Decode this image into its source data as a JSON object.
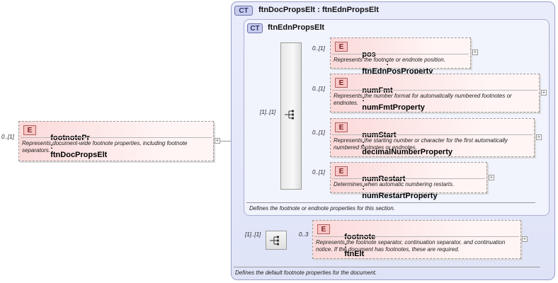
{
  "root": {
    "cardinality": "0..[1]",
    "badge": "E",
    "name": "footnotePr",
    "type": "ftnDocPropsElt",
    "doc": "Represents document-wide footnote properties, including footnote separators."
  },
  "outer_ct": {
    "badge": "CT",
    "title": "ftnDocPropsElt : ftnEdnPropsElt",
    "doc": "Defines the default footnote properties for the document."
  },
  "inner_ct": {
    "badge": "CT",
    "title": "ftnEdnPropsElt",
    "doc": "Defines the footnote or endnote properties for this section."
  },
  "sequence_cardinality": "[1]..[1]",
  "elements": [
    {
      "cardinality": "0..[1]",
      "badge": "E",
      "name": "pos",
      "type": "ftnEdnPosProperty",
      "doc": "Represents the footnote or endnote position."
    },
    {
      "cardinality": "0..[1]",
      "badge": "E",
      "name": "numFmt",
      "type": "numFmtProperty",
      "doc": "Represents the number format for automatically numbered footnotes or endnotes."
    },
    {
      "cardinality": "0..[1]",
      "badge": "E",
      "name": "numStart",
      "type": "decimalNumberProperty",
      "doc": "Represents the starting number or character for the first automatically numbered footnotes or endnotes."
    },
    {
      "cardinality": "0..[1]",
      "badge": "E",
      "name": "numRestart",
      "type": "numRestartProperty",
      "doc": "Determines when automatic numbering restarts."
    }
  ],
  "footnote_sequence_cardinality": "[1]..[1]",
  "footnote": {
    "cardinality": "0..3",
    "badge": "E",
    "name": "footnote",
    "type": "ftnElt",
    "doc": "Represents the footnote separator, continuation separator, and continuation notice.  If the document has footnotes, these are required."
  },
  "expand_symbol": "+",
  "colon": ":"
}
